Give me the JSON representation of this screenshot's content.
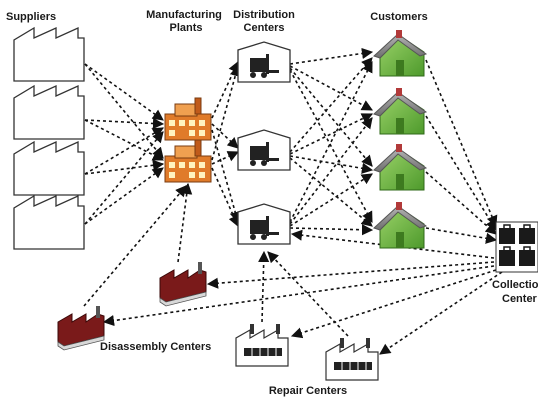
{
  "labels": {
    "suppliers": "Suppliers",
    "manufacturing_line1": "Manufacturing",
    "manufacturing_line2": "Plants",
    "distribution_line1": "Distribution",
    "distribution_line2": "Centers",
    "customers": "Customers",
    "collection_line1": "Collection",
    "collection_line2": "Center",
    "disassembly": "Disassembly Centers",
    "repair": "Repair Centers"
  },
  "node_groups": {
    "suppliers": 4,
    "manufacturing_plants": 2,
    "distribution_centers": 3,
    "customers": 4,
    "collection_centers": 1,
    "disassembly_centers": 2,
    "repair_centers": 2
  },
  "colors": {
    "arrow": "#111111",
    "customer_wall": "#7cc04a",
    "customer_roof": "#8a8a8a",
    "plant_brick": "#e07b2a",
    "disassembly_roof": "#7a1a1a",
    "collection_box": "#1a1a1a"
  }
}
